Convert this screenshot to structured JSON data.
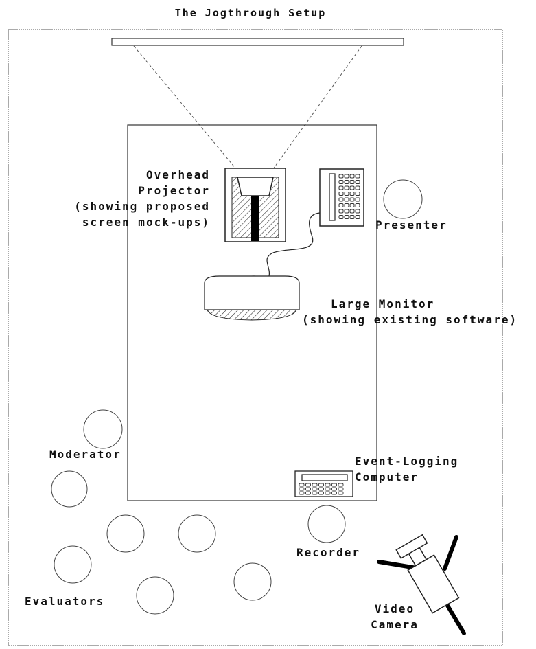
{
  "title": "The Jogthrough Setup",
  "labels": {
    "projector": [
      "Overhead",
      "Projector",
      "(showing proposed",
      "screen mock-ups)"
    ],
    "presenter": "Presenter",
    "monitor": [
      "Large Monitor",
      "(showing existing software)"
    ],
    "moderator": "Moderator",
    "event_logger": [
      "Event-Logging",
      "Computer"
    ],
    "recorder": "Recorder",
    "evaluators": "Evaluators",
    "camera": [
      "Video",
      "Camera"
    ]
  }
}
